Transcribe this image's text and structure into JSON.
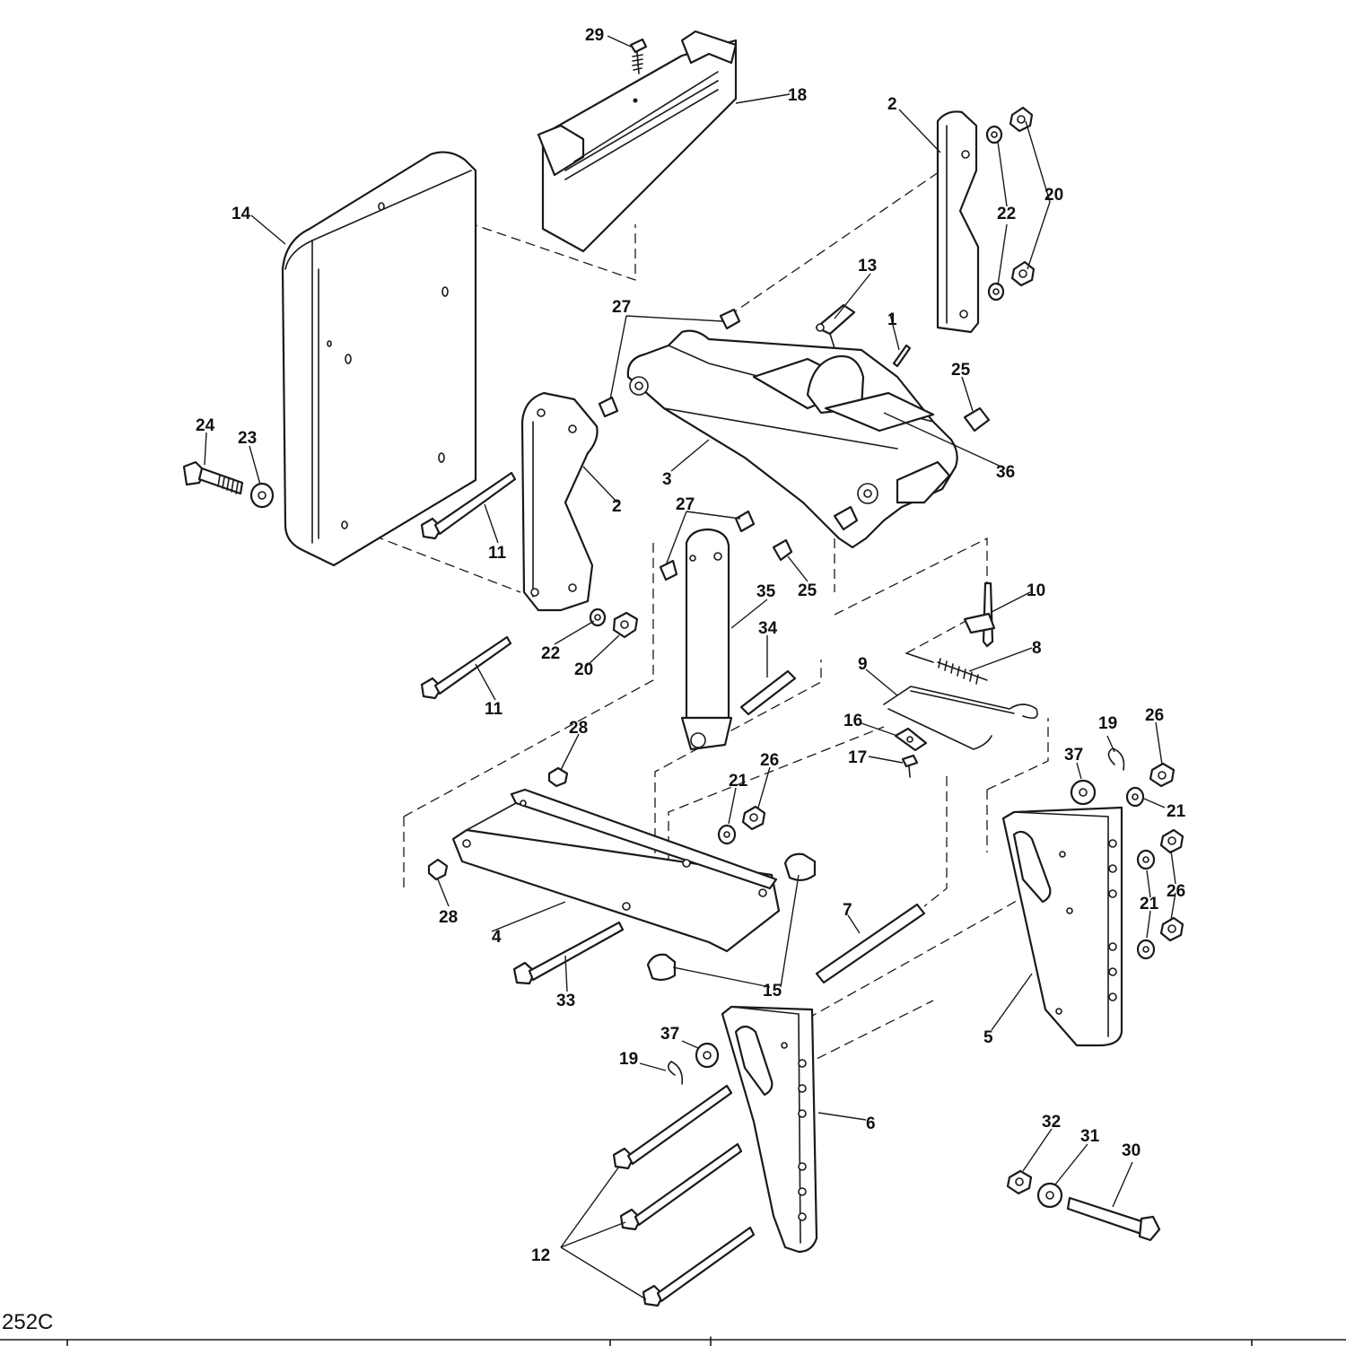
{
  "figure_code": "252C",
  "callouts": [
    "1",
    "2",
    "2",
    "3",
    "4",
    "5",
    "6",
    "7",
    "8",
    "9",
    "10",
    "11",
    "11",
    "12",
    "13",
    "14",
    "15",
    "15",
    "16",
    "17",
    "18",
    "19",
    "19",
    "20",
    "20",
    "20",
    "21",
    "21",
    "21",
    "22",
    "22",
    "23",
    "24",
    "25",
    "25",
    "26",
    "26",
    "26",
    "27",
    "27",
    "28",
    "28",
    "29",
    "30",
    "31",
    "32",
    "33",
    "34",
    "35",
    "36",
    "37",
    "37"
  ]
}
